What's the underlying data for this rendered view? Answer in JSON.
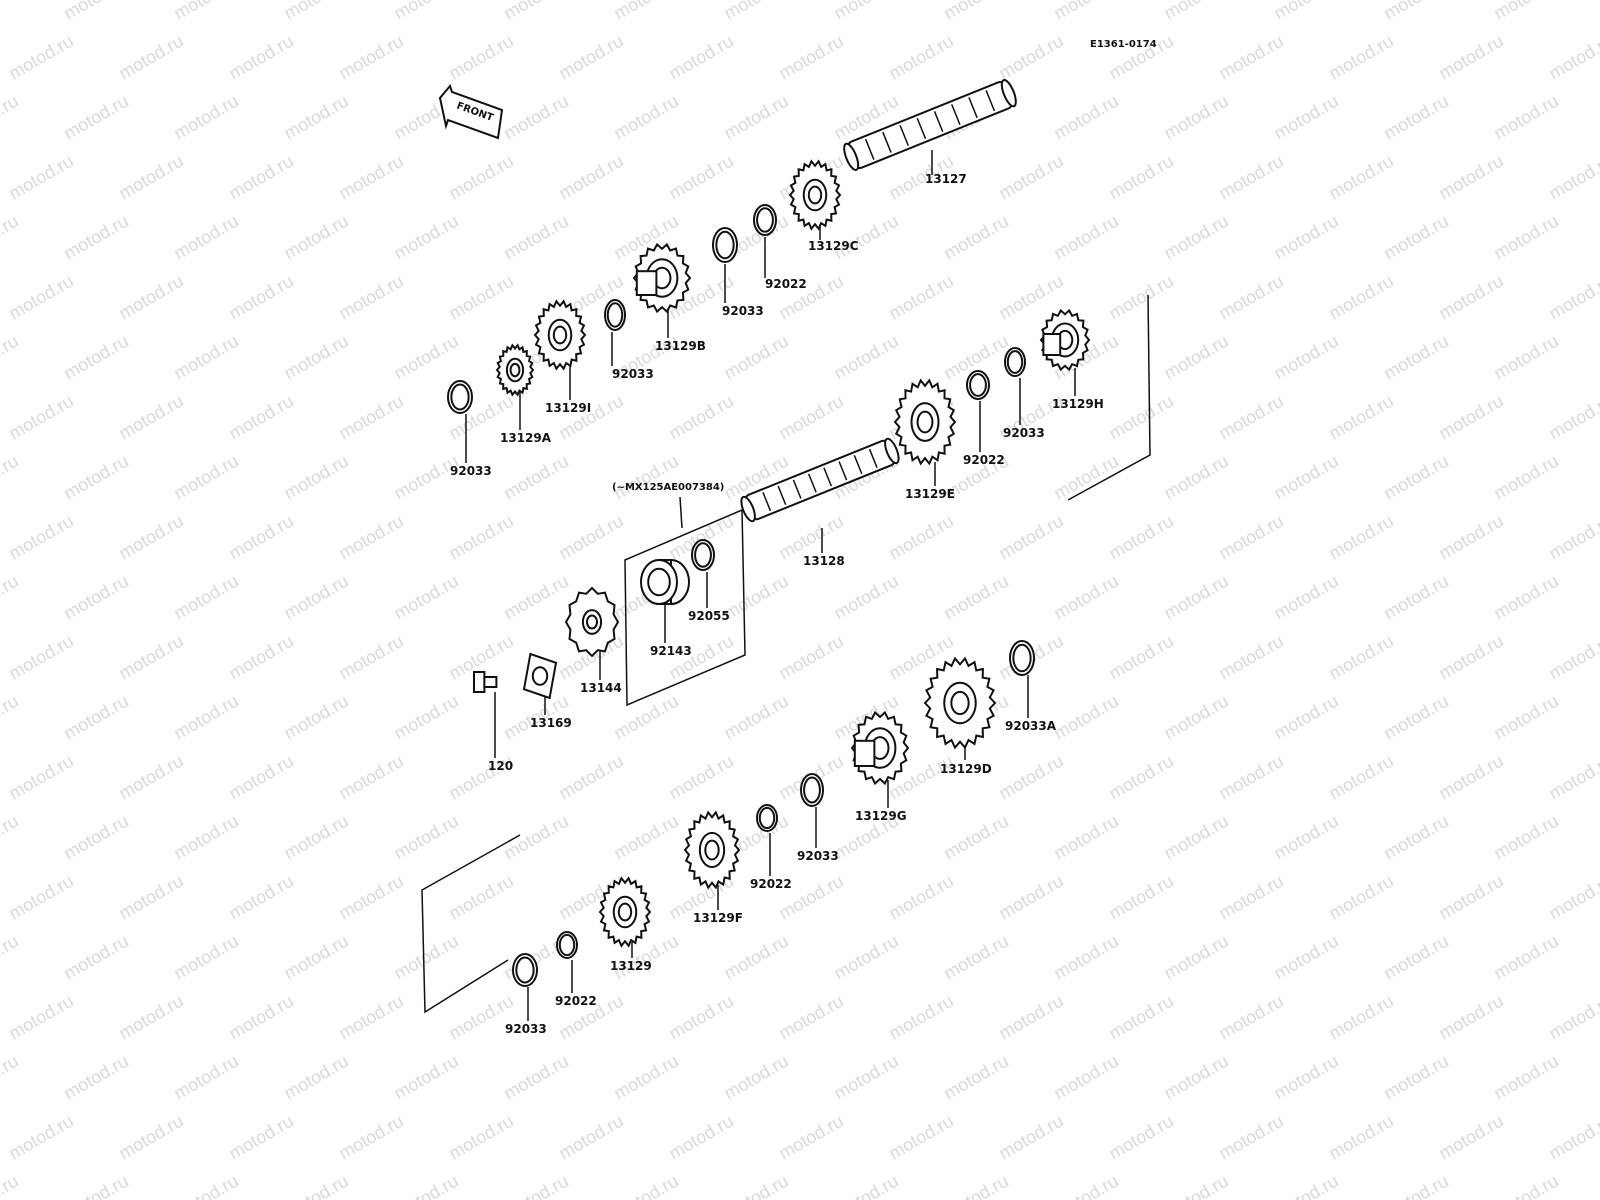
{
  "diagram": {
    "code": "E1361-0174",
    "front_label": "FRONT",
    "note": "(~MX125AE007384)",
    "watermark": "motod.ru",
    "parts": [
      {
        "key": "13127",
        "label": "13127"
      },
      {
        "key": "13129C",
        "label": "13129C"
      },
      {
        "key": "92022_a",
        "label": "92022"
      },
      {
        "key": "92033_a",
        "label": "92033"
      },
      {
        "key": "13129B",
        "label": "13129B"
      },
      {
        "key": "92033_b",
        "label": "92033"
      },
      {
        "key": "13129I",
        "label": "13129I"
      },
      {
        "key": "13129A",
        "label": "13129A"
      },
      {
        "key": "92033_c",
        "label": "92033"
      },
      {
        "key": "13129H",
        "label": "13129H"
      },
      {
        "key": "92033_d",
        "label": "92033"
      },
      {
        "key": "92022_b",
        "label": "92022"
      },
      {
        "key": "13129E",
        "label": "13129E"
      },
      {
        "key": "13128",
        "label": "13128"
      },
      {
        "key": "92055",
        "label": "92055"
      },
      {
        "key": "92143",
        "label": "92143"
      },
      {
        "key": "13144",
        "label": "13144"
      },
      {
        "key": "13169",
        "label": "13169"
      },
      {
        "key": "120",
        "label": "120"
      },
      {
        "key": "92033A",
        "label": "92033A"
      },
      {
        "key": "13129D",
        "label": "13129D"
      },
      {
        "key": "13129G",
        "label": "13129G"
      },
      {
        "key": "92033_e",
        "label": "92033"
      },
      {
        "key": "92022_c",
        "label": "92022"
      },
      {
        "key": "13129F",
        "label": "13129F"
      },
      {
        "key": "13129",
        "label": "13129"
      },
      {
        "key": "92022_d",
        "label": "92022"
      },
      {
        "key": "92033_f",
        "label": "92033"
      }
    ]
  }
}
